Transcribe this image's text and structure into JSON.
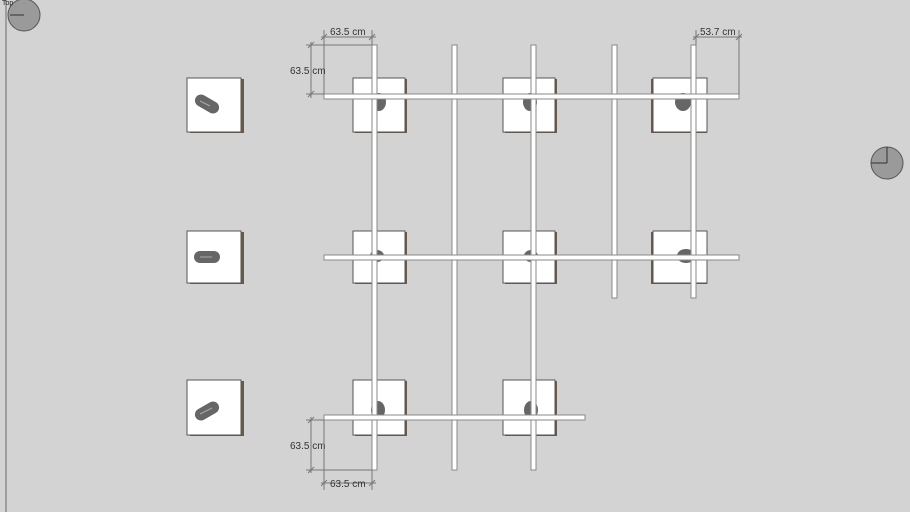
{
  "view": {
    "name": "Top"
  },
  "dimensions": [
    {
      "id": "top-horizontal",
      "text": "63.5 cm"
    },
    {
      "id": "top-vertical",
      "text": "63.5 cm"
    },
    {
      "id": "top-right-horizontal",
      "text": "53.7 cm"
    },
    {
      "id": "bottom-vertical",
      "text": "63.5 cm"
    },
    {
      "id": "bottom-horizontal",
      "text": "63.5 cm"
    }
  ],
  "colors": {
    "background": "#d3d3d3",
    "block_face": "#ffffff",
    "block_side": "#6b5a48",
    "block_edge": "#555555",
    "post": "#7a7a7a",
    "bar_fill": "#ffffff",
    "bar_edge": "#8a8a8a",
    "dim_line": "#777777",
    "nav_disc": "#9a9a9a"
  },
  "icons": {
    "left_nav": "view-navigator-icon",
    "right_nav": "compass-icon"
  }
}
